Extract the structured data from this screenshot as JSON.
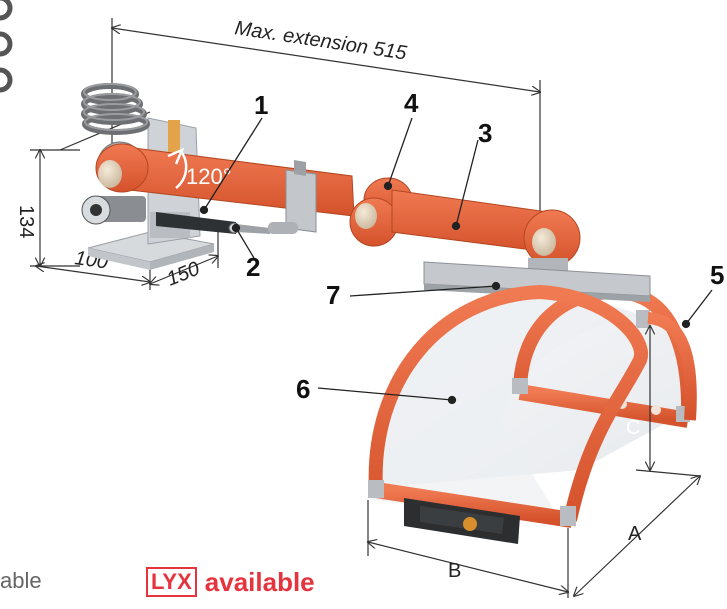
{
  "dimensions": {
    "max_extension": "Max. extension 515",
    "height": "134",
    "depth": "100",
    "offset": "150",
    "angle": "120°",
    "a": "A",
    "b": "B",
    "c": "C"
  },
  "callouts": [
    "1",
    "2",
    "3",
    "4",
    "5",
    "6",
    "7"
  ],
  "footer": {
    "available_left": "able",
    "lyx_logo": "LYX",
    "lyx_available": "available"
  },
  "colors": {
    "arm_orange": "#e8643c",
    "metal_gray": "#b9bcc0",
    "label_red": "#e5343d"
  }
}
